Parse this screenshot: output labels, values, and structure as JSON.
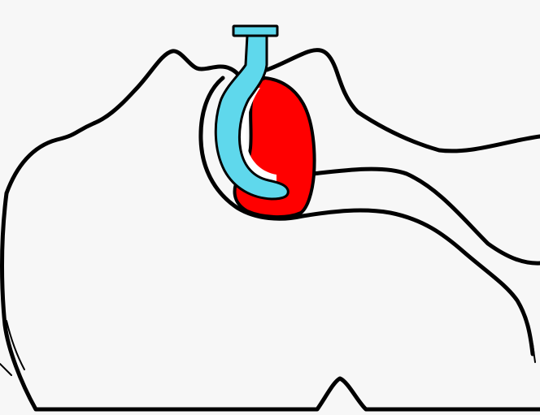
{
  "diagram": {
    "caption": "",
    "colors": {
      "background": "#f7f7f7",
      "outline": "#000000",
      "airway": "#5fd8ec",
      "tongue": "#ff0000",
      "airway_lumen": "#ffffff"
    },
    "parts": [
      {
        "name": "head-profile-outline"
      },
      {
        "name": "nasal-passage-outline"
      },
      {
        "name": "oral-cavity-outline"
      },
      {
        "name": "tongue"
      },
      {
        "name": "oropharyngeal-airway"
      },
      {
        "name": "airway-flange"
      },
      {
        "name": "pharynx-outline"
      },
      {
        "name": "neck-outline"
      }
    ]
  }
}
